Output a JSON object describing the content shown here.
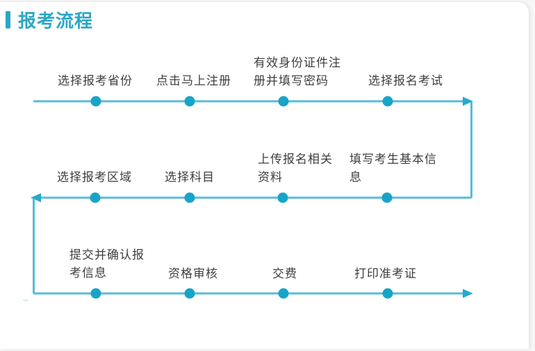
{
  "section": {
    "title": "报考流程"
  },
  "colors": {
    "accent_teal": "#2aa7c6",
    "line_cyan": "#54bcd9",
    "dot_teal": "#18a4c8",
    "arrow_teal": "#26a9cd",
    "label_text": "#3e3e3e",
    "card_bg": "#ffffff",
    "page_bg": "#f7f7f7"
  },
  "flow": {
    "rows": [
      {
        "direction": "right",
        "steps": [
          {
            "label": "选择报考省份"
          },
          {
            "label": "点击马上注册"
          },
          {
            "label": "有效身份证件注册并填写密码"
          },
          {
            "label": "选择报名考试"
          }
        ]
      },
      {
        "direction": "left",
        "steps": [
          {
            "label": "选择报考区域"
          },
          {
            "label": "选择科目"
          },
          {
            "label": "上传报名相关资料"
          },
          {
            "label": "填写考生基本信息"
          }
        ]
      },
      {
        "direction": "right",
        "steps": [
          {
            "label": "提交并确认报考信息"
          },
          {
            "label": "资格审核"
          },
          {
            "label": "交费"
          },
          {
            "label": "打印准考证"
          }
        ]
      }
    ]
  }
}
